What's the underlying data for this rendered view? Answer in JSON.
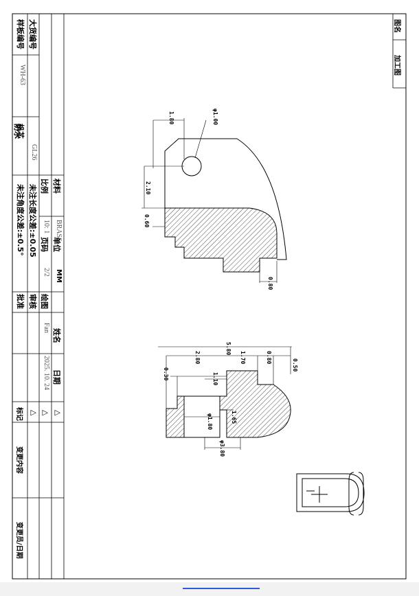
{
  "title_block": {
    "sample_no_label": "样板编号",
    "sample_no_value": "",
    "customer_no_label": "大货编号",
    "customer_no_value": "WH-63",
    "core_label": "机芯",
    "core_value": "GL26",
    "waterproof_label": "防水",
    "waterproof_value": "",
    "material_label": "材料",
    "material_value": "BRASS",
    "unit_label": "单位",
    "unit_value": "MM",
    "scale_label": "比例",
    "scale_value": "10: 1",
    "page_label": "页码",
    "page_value": "2/2",
    "tolerance_length": "未注长度公差:±0.05",
    "tolerance_angle": "未注角度公差:±0.5°",
    "drawn_label": "绘图",
    "review_label": "审核",
    "approve_label": "批准",
    "name_label": "姓名",
    "name_value": "Fan",
    "date_label": "日期",
    "date_value": "2025. 10. 24",
    "revision_marks": [
      "△",
      "△",
      "△"
    ],
    "mark_label": "标记",
    "change_content_label": "变更内容",
    "change_person_label": "变更员/日期"
  },
  "drawing_header": {
    "drawing_name_label": "图名",
    "drawing_name_value": "加工图"
  },
  "view_top": {
    "dim_1_80": "1.80",
    "dim_phi1_00": "φ1.00",
    "dim_2_10": "2.10",
    "dim_0_60": "0.60",
    "dim_0_80": "0.80"
  },
  "view_bottom": {
    "dim_5_80": "5.80",
    "dim_2_80": "2.80",
    "dim_1_70": "1.70",
    "dim_0_80": "0.80",
    "dim_0_50": "0.50",
    "dim_0_30": "0.30",
    "dim_1_10": "1.10",
    "dim_phi1_80": "φ1.80",
    "dim_1_65": "1.65",
    "dim_phi3_80": "φ3.80"
  },
  "colors": {
    "ink": "#000000",
    "sheet": "#ffffff",
    "scroll_accent": "#2a5bd7"
  }
}
